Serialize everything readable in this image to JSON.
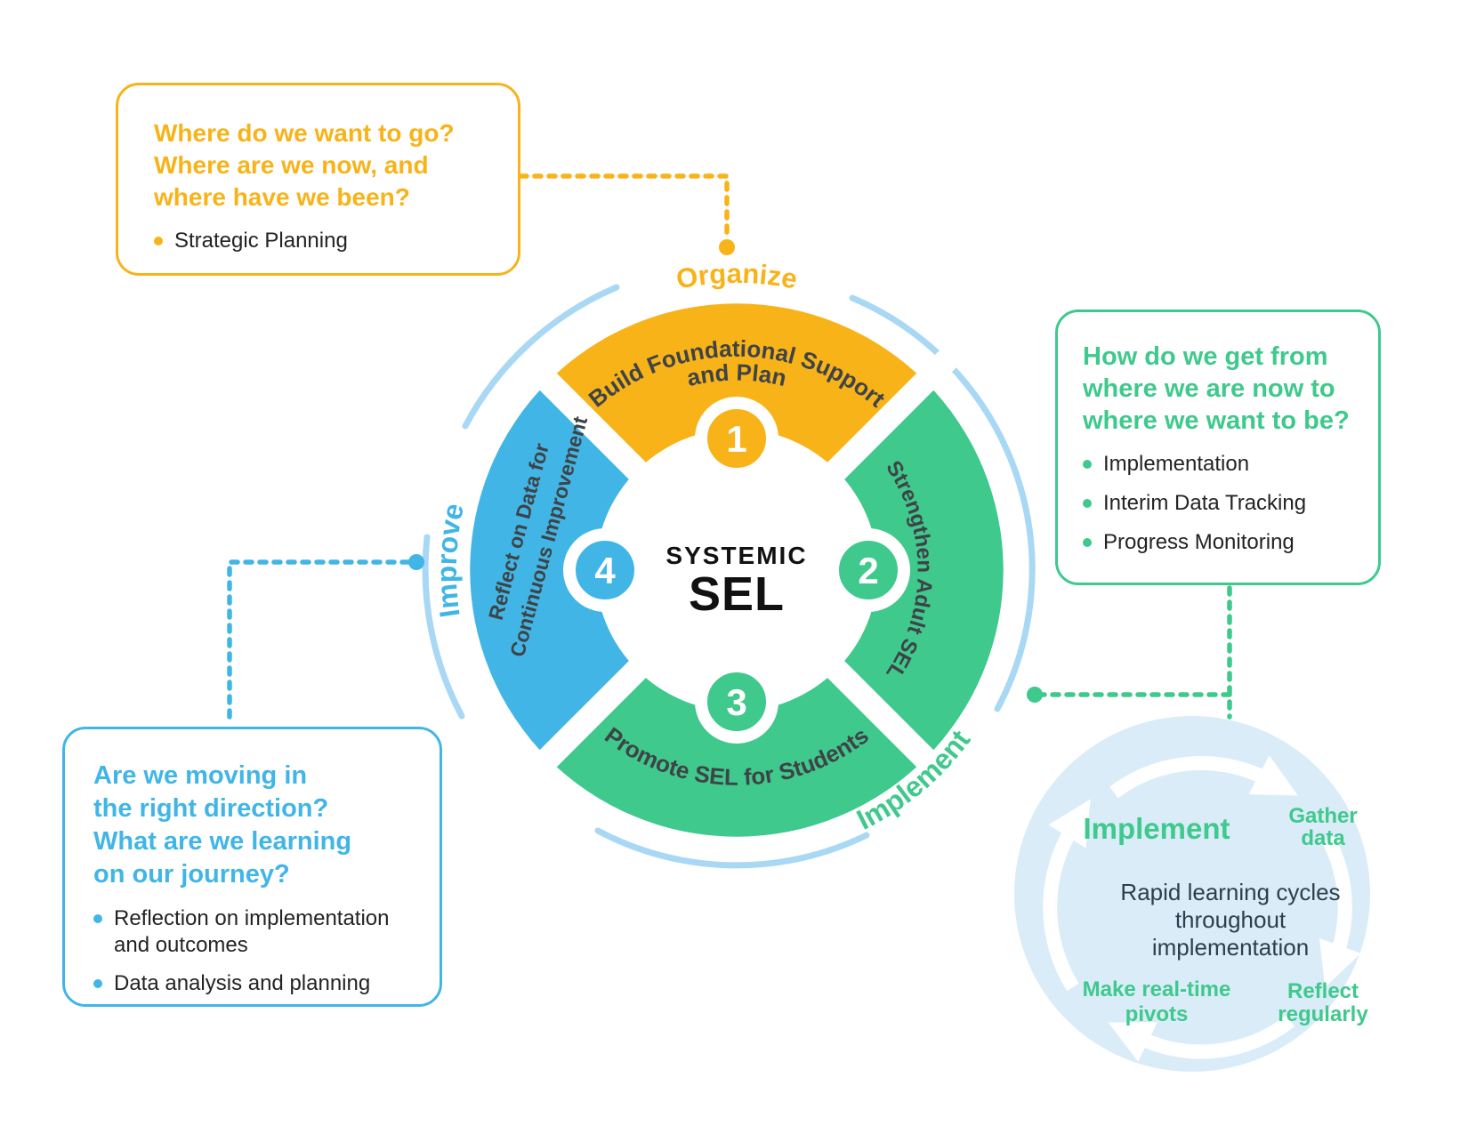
{
  "colors": {
    "yellow": "#F8B319",
    "green": "#3FC98C",
    "blue": "#41B6E6",
    "ring_light_blue": "#A9D8F5",
    "pale_circle": "#D9ECF8",
    "wedge_label_dark": "#3E4347",
    "bullet_text": "#232323",
    "cycle_center_text": "#2E3F4C"
  },
  "callouts": {
    "organize": {
      "title_line1": "Where do we want to go?",
      "title_line2": "Where are we now, and",
      "title_line3": "where have we been?",
      "bullets": [
        "Strategic Planning"
      ]
    },
    "implement": {
      "title_line1": "How do we get from",
      "title_line2": "where we are now to",
      "title_line3": "where we want to be?",
      "bullets": [
        "Implementation",
        "Interim Data Tracking",
        "Progress Monitoring"
      ]
    },
    "improve": {
      "title_line1": "Are we moving in",
      "title_line2": "the right direction?",
      "title_line3": "What are we learning",
      "title_line4": "on our journey?",
      "bullets": [
        "Reflection on implementation and outcomes",
        "Data analysis and planning"
      ]
    }
  },
  "wheel": {
    "center_line1": "SYSTEMIC",
    "center_line2": "SEL",
    "phases": {
      "organize": "Organize",
      "implement": "Implement",
      "improve": "Improve"
    },
    "segments": [
      {
        "num": "1",
        "line1": "Build Foundational Support",
        "line2": "and Plan"
      },
      {
        "num": "2",
        "label": "Strengthen Adult SEL"
      },
      {
        "num": "3",
        "label": "Promote SEL for Students"
      },
      {
        "num": "4",
        "line1": "Reflect on Data for",
        "line2": "Continuous Improvement"
      }
    ]
  },
  "cycle": {
    "heading": "Implement",
    "center_line1": "Rapid learning cycles",
    "center_line2": "throughout",
    "center_line3": "implementation",
    "gather_line1": "Gather",
    "gather_line2": "data",
    "reflect_line1": "Reflect",
    "reflect_line2": "regularly",
    "pivots_line1": "Make real-time",
    "pivots_line2": "pivots"
  }
}
